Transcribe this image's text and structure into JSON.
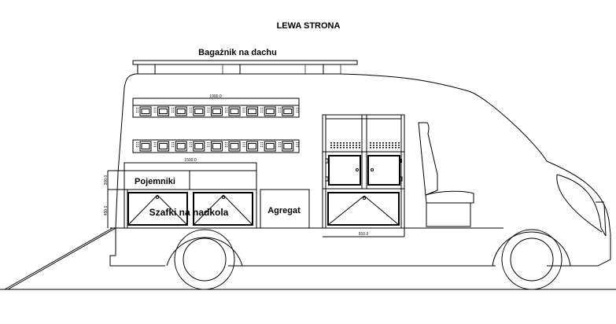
{
  "drawing": {
    "title": "LEWA STRONA",
    "colors": {
      "line": "#000000",
      "background": "#ffffff"
    },
    "labels": {
      "roof_rack": "Bagażnik na dachu",
      "containers": "Pojemniki",
      "wheel_arch_cabinets": "Szafki na nadkola",
      "generator": "Agregat"
    },
    "dimensions": {
      "upper_shelf_width": "1900.0",
      "lower_shelf_width": "1500.0",
      "containers_height": "200.0",
      "cabinets_height": "450.0",
      "cabinet_unit_width": "910.0"
    },
    "shelf_bin_count": 9
  }
}
